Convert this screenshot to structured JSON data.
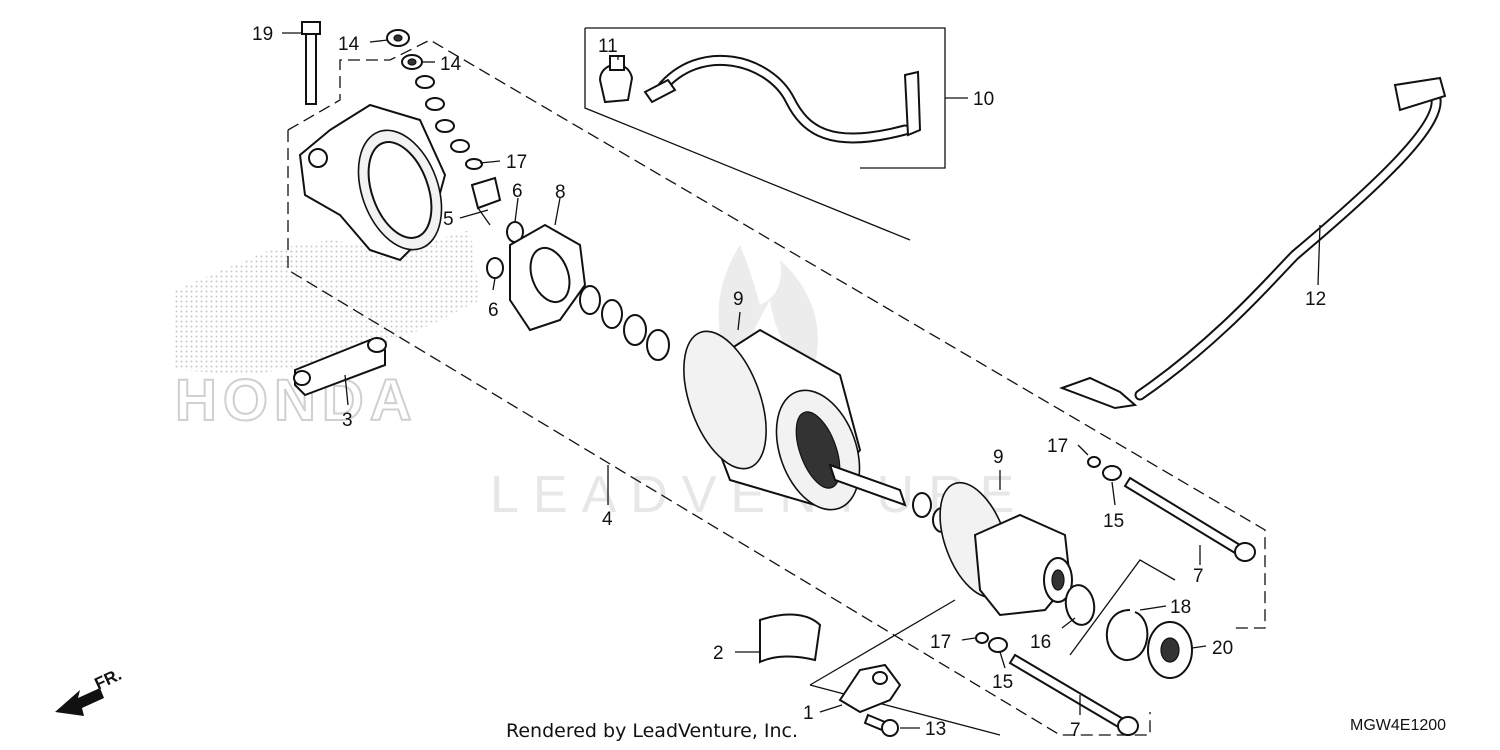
{
  "callouts": {
    "c1": "1",
    "c2": "2",
    "c3": "3",
    "c4": "4",
    "c5": "5",
    "c6a": "6",
    "c6b": "6",
    "c7a": "7",
    "c7b": "7",
    "c8": "8",
    "c9a": "9",
    "c9b": "9",
    "c10": "10",
    "c11": "11",
    "c12": "12",
    "c13": "13",
    "c14a": "14",
    "c14b": "14",
    "c15a": "15",
    "c15b": "15",
    "c16": "16",
    "c17a": "17",
    "c17b": "17",
    "c17c": "17",
    "c18": "18",
    "c19": "19",
    "c20": "20"
  },
  "direction_label": "FR.",
  "watermark": "LEADVENTURE",
  "brand_watermark": "HONDA",
  "footer": {
    "rendered_by": "Rendered by LeadVenture, Inc.",
    "diagram_code": "MGW4E1200"
  },
  "colors": {
    "ink": "#111111",
    "watermark": "#e7e7e7",
    "dots": "#c8c8c8"
  }
}
